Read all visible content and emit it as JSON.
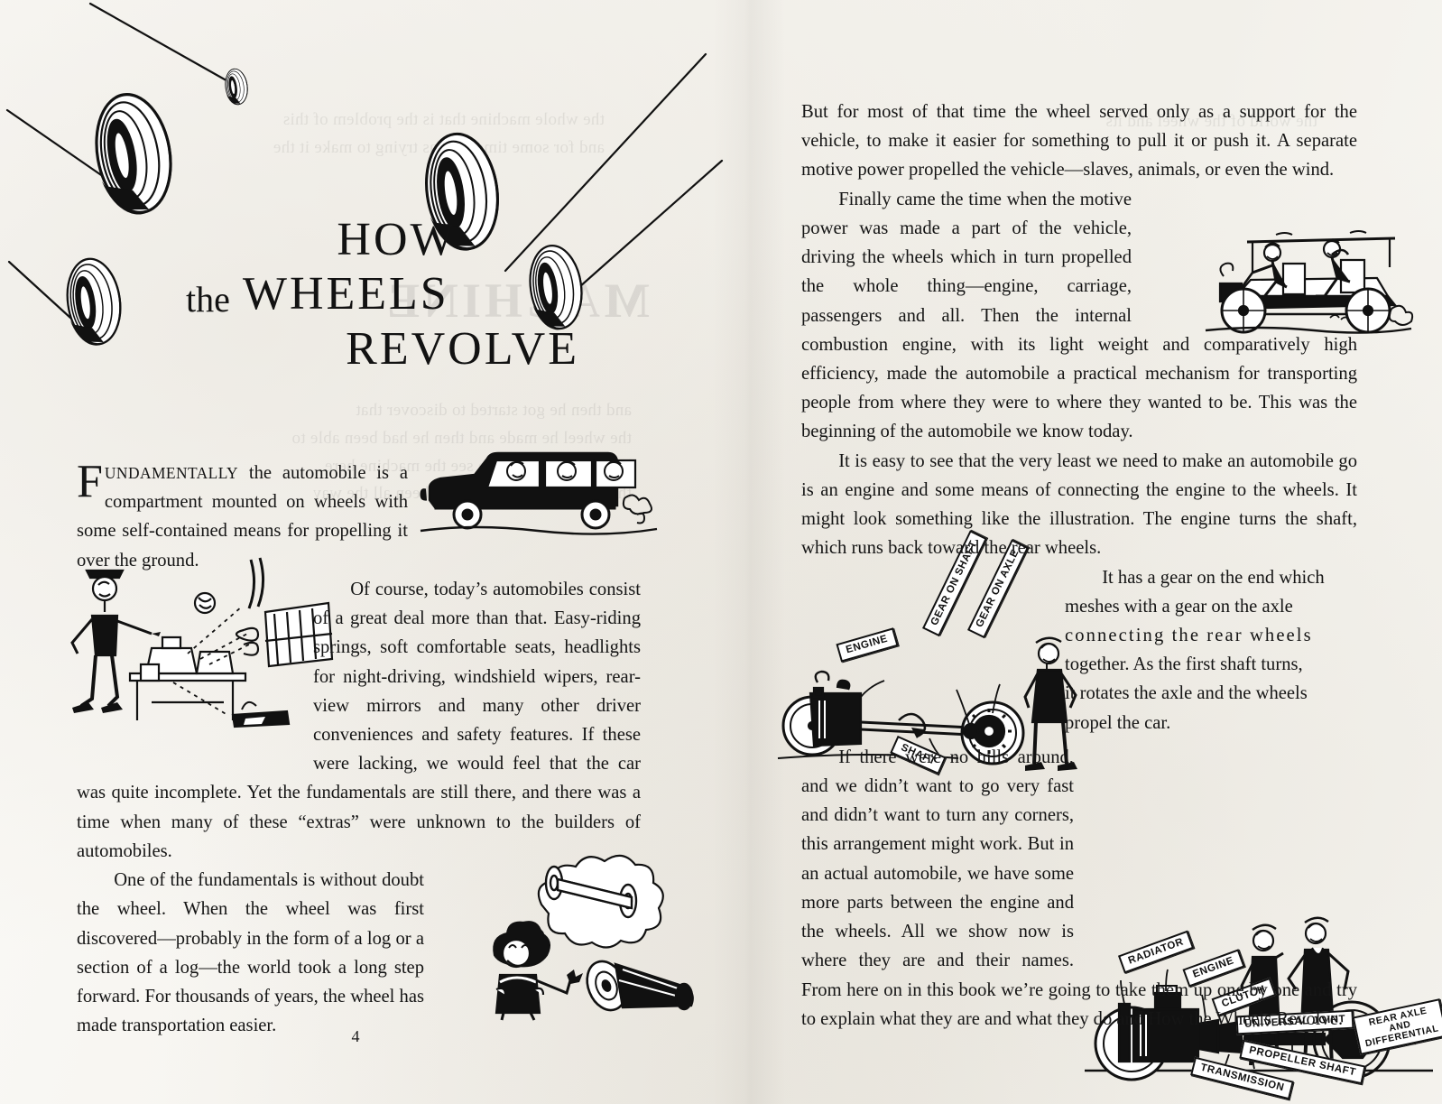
{
  "page": {
    "number": "4",
    "book_ink": "#111111",
    "paper": "#f7f6f3"
  },
  "headline": {
    "line1": "HOW",
    "line2_small": "the",
    "line2": "WHEELS",
    "line3": "REVOLVE"
  },
  "left_column": {
    "paragraphs": [
      {
        "id": "p1",
        "dropcap": "F",
        "smallcaps": "UNDAMENTALLY",
        "text": " the automobile is a compartment mounted on wheels with some self-contained means for propelling it over the ground."
      },
      {
        "id": "p2",
        "text": "Of course, today’s automobiles consist of a great deal more than that. Easy-riding springs, soft comfortable seats, headlights for night-driving, windshield wipers, rear-view mirrors and many other driver conveniences and safety features. If these were lacking, we would feel that the car was quite incomplete. Yet the fundamentals are still there, and there was a time when many of these “extras” were unknown to the builders of automobiles."
      },
      {
        "id": "p3",
        "text": "One of the fundamentals is without doubt the wheel. When the wheel was first discovered—probably in the form of a log or a section of a log—the world took a long step forward. For thousands of years, the wheel has made transportation easier."
      }
    ]
  },
  "right_column": {
    "paragraphs": [
      {
        "id": "r1",
        "indent": false,
        "text": "But for most of that time the wheel served only as a support for the vehicle, to make it easier for something to pull it or push it. A separate motive power propelled the vehicle—slaves, animals, or even the wind."
      },
      {
        "id": "r2",
        "indent": true,
        "text": "Finally came the time when the motive power was made a part of the vehicle, driving the wheels which in turn propelled the whole thing—engine, carriage, passengers and all. Then the internal combustion engine, with its light weight and comparatively high efficiency, made the automobile a practical mechanism for transporting people from where they were to where they wanted to be. This was the beginning of the automobile we know today."
      },
      {
        "id": "r3",
        "indent": true,
        "text": "It is easy to see that the very least we need to make an automobile go is an engine and some means of connecting the engine to the wheels. It might look something like the illustration. The engine turns the shaft, which runs back toward the rear wheels."
      },
      {
        "id": "r4",
        "indent": true,
        "line_a": "It has a gear on the end which",
        "line_b": "meshes with a gear on the axle",
        "line_c": "connecting the rear wheels",
        "line_d": "together. As the first shaft turns,",
        "line_e": "it rotates the axle and the wheels",
        "line_f": "propel the car."
      },
      {
        "id": "r5",
        "indent": true,
        "text": "If there were no hills around, and we didn’t want to go very fast and didn’t want to turn any corners, this arrangement might work. But in an actual automobile, we have some more parts between the engine and the wheels. All we show now is where they are and their names. From here on in this book we’re going to take them up one by one and try to explain what they are and what they do and How the Wheels Revolve."
      }
    ]
  },
  "illustrations": {
    "tires_masthead": {
      "name": "flying-tires-masthead",
      "count": 5,
      "caption": ""
    },
    "station_wagon": {
      "name": "station-wagon-with-passengers"
    },
    "mechanic_parts": {
      "name": "mechanic-with-car-parts"
    },
    "caveman": {
      "name": "caveman-dreaming-of-wheel-and-axle"
    },
    "horseless_carriage": {
      "name": "horseless-carriage-with-driver-and-passenger"
    },
    "simple_drive_diagram": {
      "name": "simple-engine-shaft-gear-diagram",
      "labels": [
        "ENGINE",
        "SHAFT",
        "GEAR ON SHAFT",
        "GEAR ON AXLE"
      ]
    },
    "full_drivetrain_diagram": {
      "name": "full-drivetrain-diagram",
      "labels": [
        "RADIATOR",
        "ENGINE",
        "CLUTCH",
        "TRANSMISSION",
        "UNIVERSAL JOINT",
        "PROPELLER SHAFT",
        "REAR AXLE AND DIFFERENTIAL"
      ],
      "rear_axle_line1": "REAR AXLE",
      "rear_axle_line2": "AND",
      "rear_axle_line3": "DIFFERENTIAL"
    }
  },
  "showthrough": {
    "block_a": "the whole machine that is the problem of this\nand for some time he was trying to make it the",
    "block_b": "and then he got started to discover that\nthe wheel he made and then he had been able to\nhe had begun to go to see the machine here\nthe motive force and he had been all the way",
    "block_c": "MACHINE",
    "block_d": "the world of the wheel and its"
  }
}
